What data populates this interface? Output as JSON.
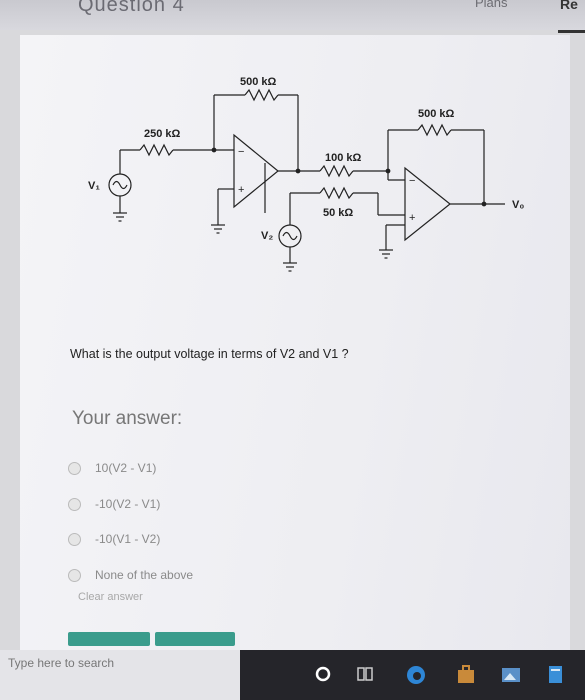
{
  "header": {
    "question_title": "Question 4",
    "plans_label": "Plans",
    "right_label": "Re"
  },
  "circuit": {
    "r_feedback_1": "500 kΩ",
    "r_input_1": "250 kΩ",
    "r_series_2": "100 kΩ",
    "r_ground_2": "50 kΩ",
    "r_feedback_2": "500 kΩ",
    "source_1": "V₁",
    "source_2": "V₂",
    "output": "V₀",
    "minus_sign": "−",
    "plus_sign": "+"
  },
  "question": {
    "text": "What is the output voltage in terms of V2 and V1 ?",
    "answer_heading": "Your answer:",
    "options": [
      {
        "label": "10(V2 - V1)"
      },
      {
        "label": "-10(V2 - V1)"
      },
      {
        "label": "-10(V1 - V2)"
      },
      {
        "label": "None of the above"
      }
    ],
    "clear_label": "Clear answer"
  },
  "taskbar": {
    "search_placeholder": "Type here to search",
    "icons": [
      "cortana-icon",
      "task-view-icon",
      "edge-icon",
      "store-icon",
      "photos-icon",
      "file-icon"
    ]
  },
  "colors": {
    "accent": "#3a9c8c",
    "taskbar": "#25252a"
  }
}
